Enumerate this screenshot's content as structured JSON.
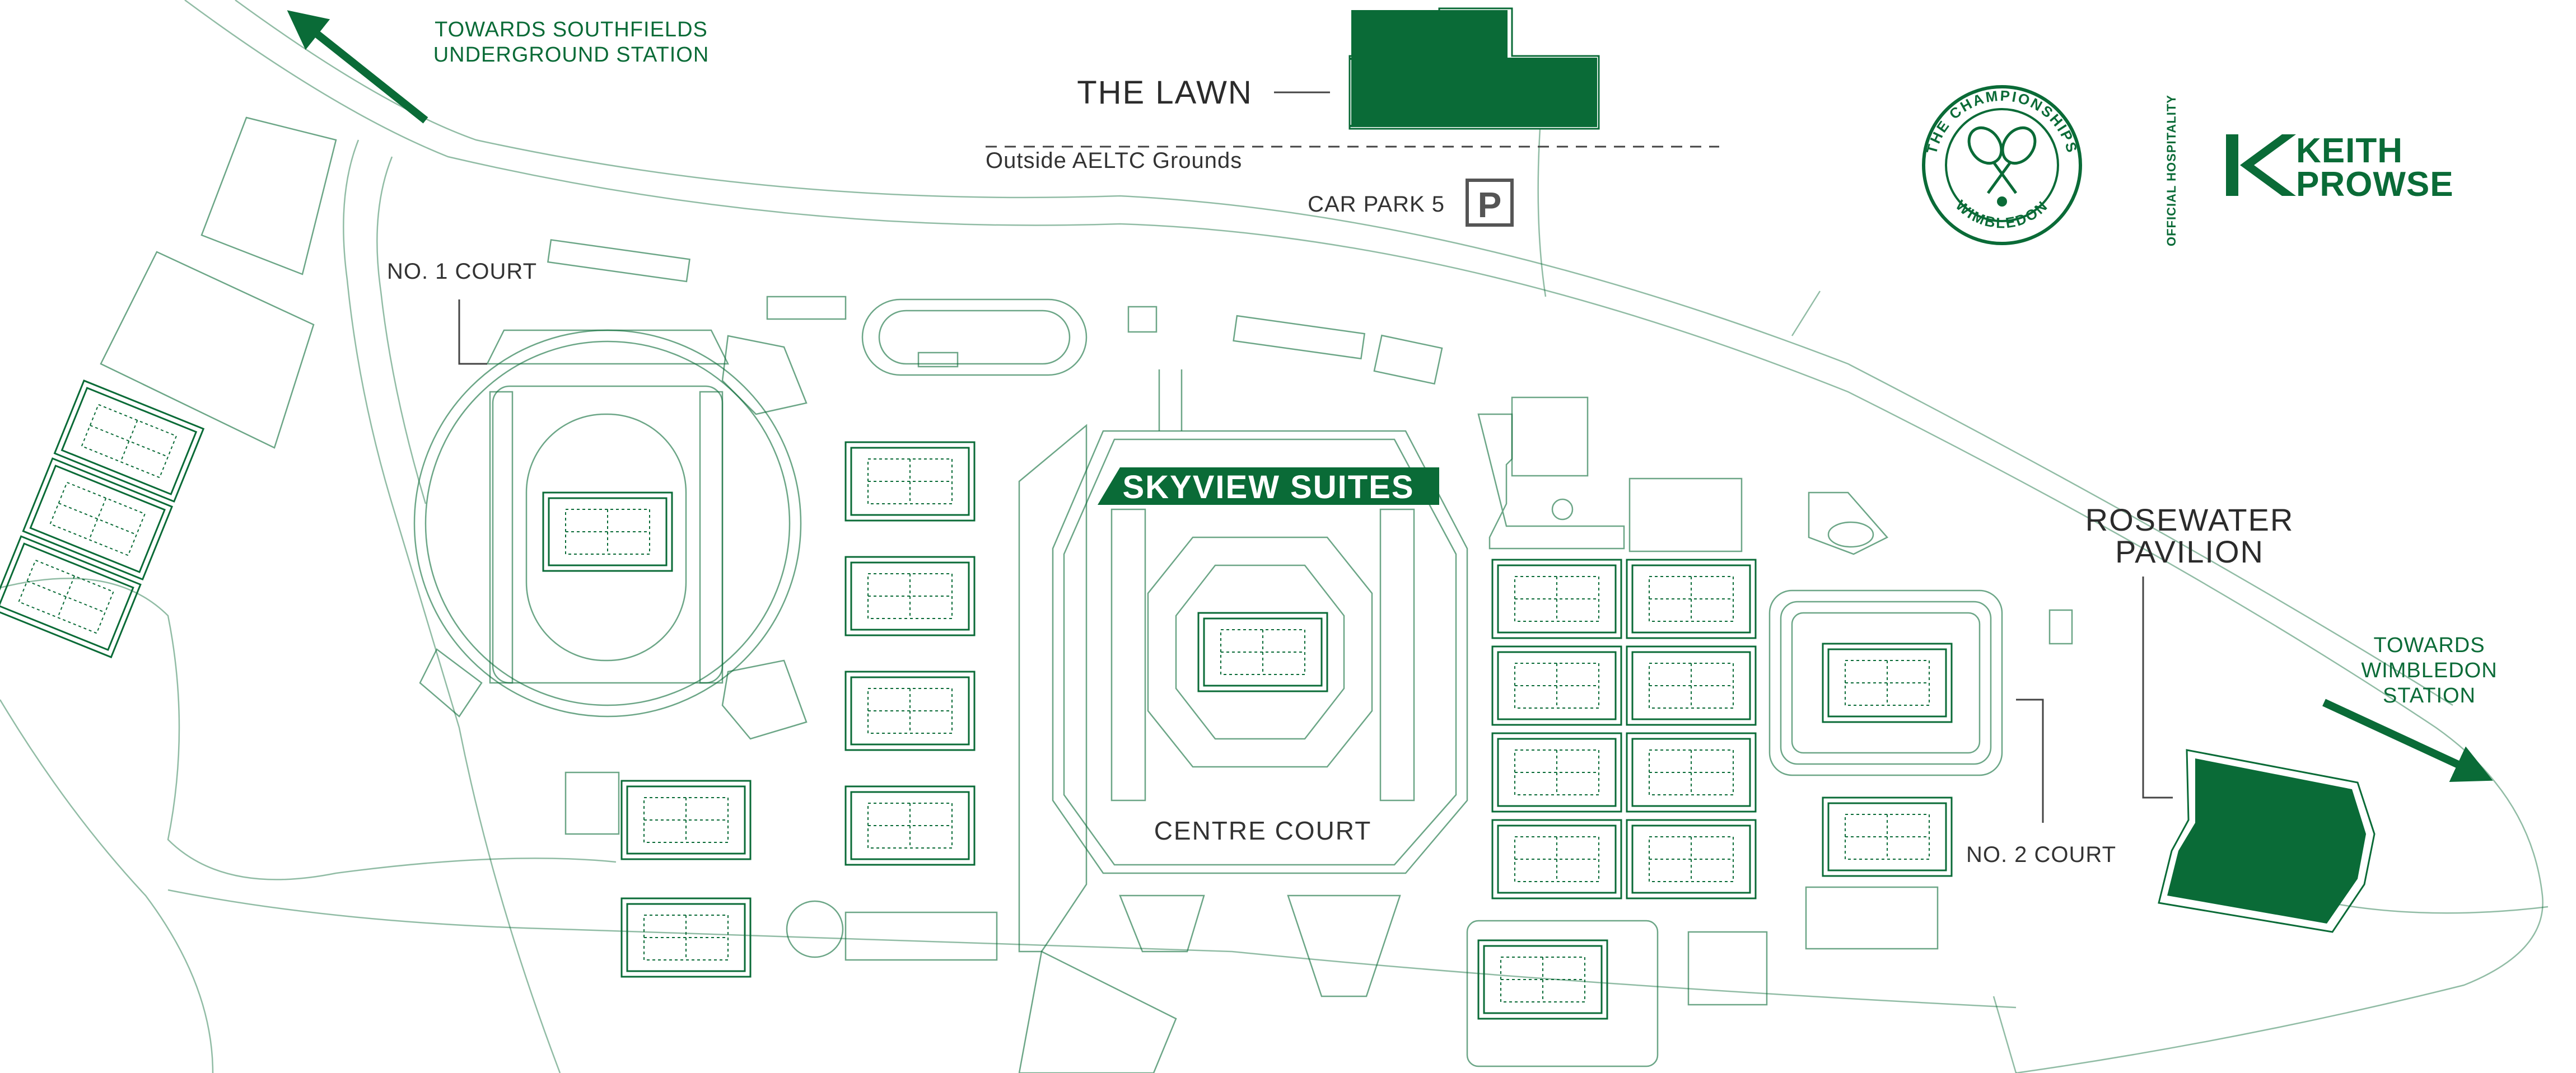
{
  "map": {
    "labels": {
      "southfields": [
        "TOWARDS SOUTHFIELDS",
        "UNDERGROUND STATION"
      ],
      "wimbledon_station": [
        "TOWARDS",
        "WIMBLEDON",
        "STATION"
      ],
      "the_lawn": "THE LAWN",
      "outside_grounds": "Outside AELTC Grounds",
      "car_park": "CAR PARK 5",
      "parking_symbol": "P",
      "no1_court": "NO. 1 COURT",
      "skyview": "SKYVIEW SUITES",
      "centre_court": "CENTRE COURT",
      "rosewater": [
        "ROSEWATER",
        "PAVILION"
      ],
      "no2_court": "NO. 2 COURT"
    },
    "brand": {
      "seal_text_top": "THE CHAMPIONSHIPS",
      "seal_text_bottom": "WIMBLEDON",
      "official": "OFFICIAL HOSPITALITY",
      "keith": "KEITH",
      "prowse": "PROWSE"
    },
    "colors": {
      "accent": "#0a6b37"
    }
  }
}
